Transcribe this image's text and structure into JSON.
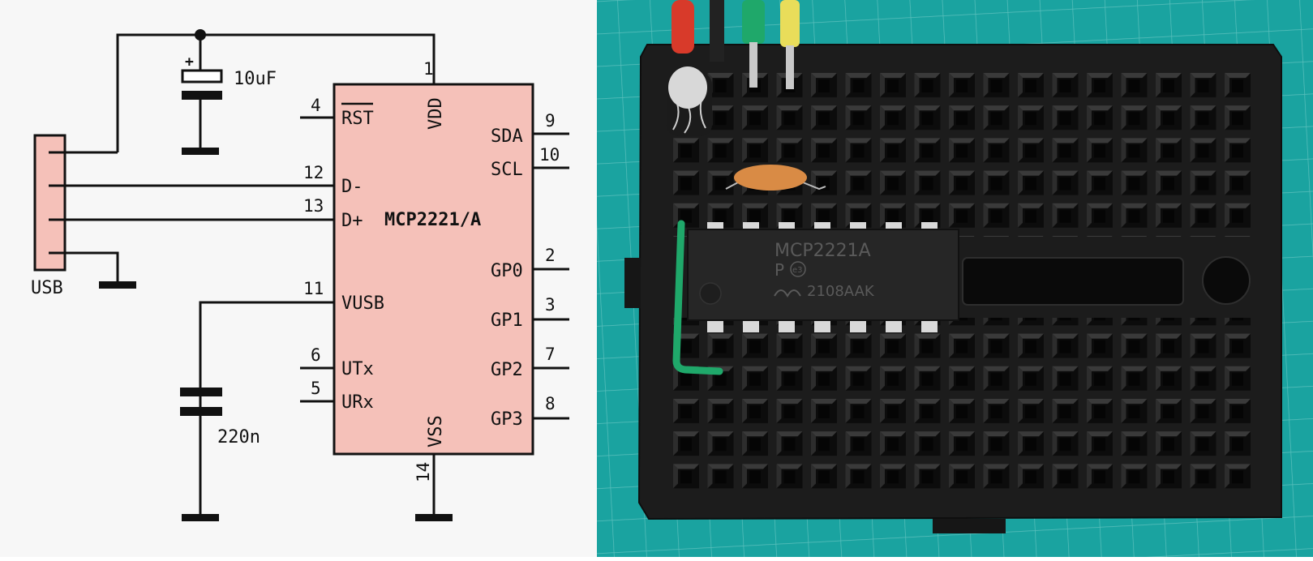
{
  "schematic": {
    "chip": {
      "name": "MCP2221/A",
      "pins": {
        "vdd": {
          "number": "1",
          "label": "VDD"
        },
        "rst": {
          "number": "4",
          "label": "RST"
        },
        "dminus": {
          "number": "12",
          "label": "D-"
        },
        "dplus": {
          "number": "13",
          "label": "D+"
        },
        "vusb": {
          "number": "11",
          "label": "VUSB"
        },
        "utx": {
          "number": "6",
          "label": "UTx"
        },
        "urx": {
          "number": "5",
          "label": "URx"
        },
        "vss": {
          "number": "14",
          "label": "VSS"
        },
        "sda": {
          "number": "9",
          "label": "SDA"
        },
        "scl": {
          "number": "10",
          "label": "SCL"
        },
        "gp0": {
          "number": "2",
          "label": "GP0"
        },
        "gp1": {
          "number": "3",
          "label": "GP1"
        },
        "gp2": {
          "number": "7",
          "label": "GP2"
        },
        "gp3": {
          "number": "8",
          "label": "GP3"
        }
      }
    },
    "usb_label": "USB",
    "cap_top": {
      "value": "10uF",
      "polarity": "+"
    },
    "cap_bottom": {
      "value": "220n"
    }
  },
  "photo": {
    "chip_marking_line1": "MCP2221A",
    "chip_marking_line2": "P",
    "chip_marking_code": "2108AAK",
    "chip_marking_badge": "e3"
  },
  "colors": {
    "schematic_background": "#f7f7f7",
    "chip_fill": "#f5c1b9",
    "wire": "#111111",
    "mat": "#1aa3a0",
    "breadboard": "#1c1c1c",
    "wire_red": "#d83a2a",
    "wire_green": "#1fa86a",
    "wire_yellow": "#e9dd5a",
    "wire_black": "#222222"
  }
}
